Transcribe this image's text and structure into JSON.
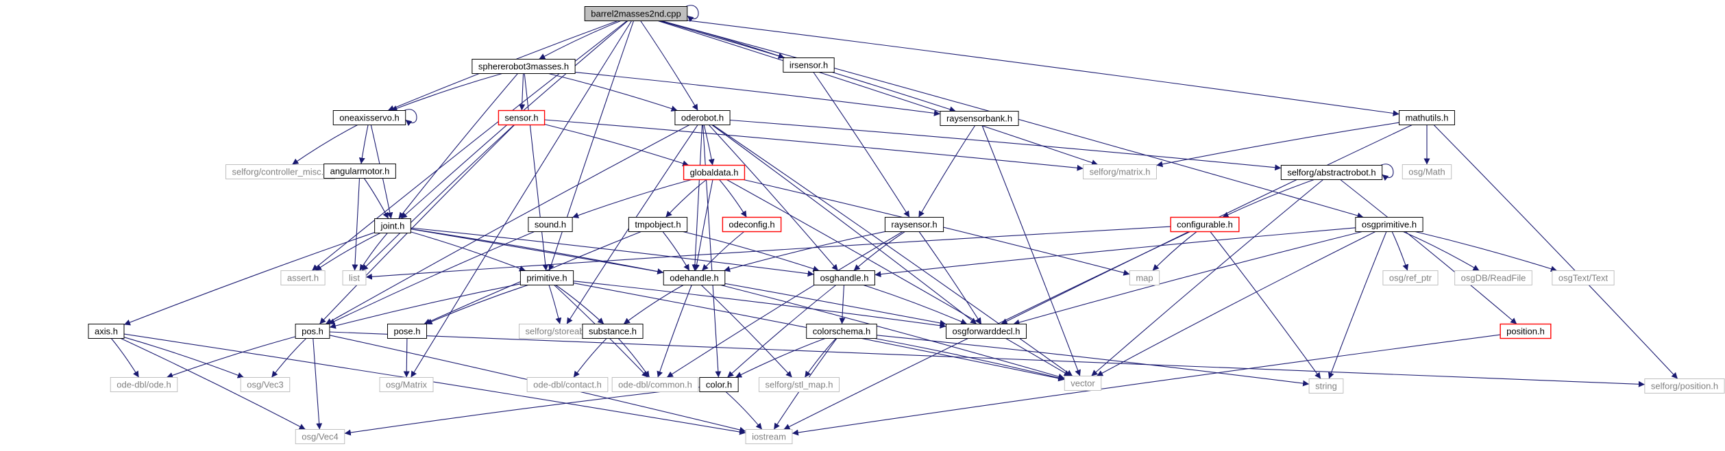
{
  "graph": {
    "colors": {
      "edge": "#191970",
      "node_border": "#000000",
      "node_text": "#000000",
      "root_fill": "#bfbfbf",
      "missing_border": "#bfbfbf",
      "missing_text": "#808080",
      "incomplete_border": "#ff0000",
      "background": "#ffffff"
    },
    "node_kinds": [
      "root",
      "documented",
      "external",
      "incomplete"
    ],
    "nodes": [
      {
        "id": "barrel",
        "label": "barrel2masses2nd.cpp",
        "kind": "root"
      },
      {
        "id": "sphererobot",
        "label": "sphererobot3masses.h",
        "kind": "documented"
      },
      {
        "id": "irsensor",
        "label": "irsensor.h",
        "kind": "documented"
      },
      {
        "id": "mathutils",
        "label": "mathutils.h",
        "kind": "documented"
      },
      {
        "id": "oneaxisservo",
        "label": "oneaxisservo.h",
        "kind": "documented"
      },
      {
        "id": "sensor",
        "label": "sensor.h",
        "kind": "incomplete"
      },
      {
        "id": "oderobot",
        "label": "oderobot.h",
        "kind": "documented"
      },
      {
        "id": "raysensorbank",
        "label": "raysensorbank.h",
        "kind": "documented"
      },
      {
        "id": "controller_misc",
        "label": "selforg/controller_misc.h",
        "kind": "external"
      },
      {
        "id": "angularmotor",
        "label": "angularmotor.h",
        "kind": "documented"
      },
      {
        "id": "globaldata",
        "label": "globaldata.h",
        "kind": "incomplete"
      },
      {
        "id": "matrix",
        "label": "selforg/matrix.h",
        "kind": "external"
      },
      {
        "id": "abstractrobot",
        "label": "selforg/abstractrobot.h",
        "kind": "documented"
      },
      {
        "id": "osgmath",
        "label": "osg/Math",
        "kind": "external"
      },
      {
        "id": "joint",
        "label": "joint.h",
        "kind": "documented"
      },
      {
        "id": "sound",
        "label": "sound.h",
        "kind": "documented"
      },
      {
        "id": "tmpobject",
        "label": "tmpobject.h",
        "kind": "documented"
      },
      {
        "id": "odeconfig",
        "label": "odeconfig.h",
        "kind": "incomplete"
      },
      {
        "id": "raysensor",
        "label": "raysensor.h",
        "kind": "documented"
      },
      {
        "id": "configurable",
        "label": "configurable.h",
        "kind": "incomplete"
      },
      {
        "id": "osgprimitive",
        "label": "osgprimitive.h",
        "kind": "documented"
      },
      {
        "id": "assert",
        "label": "assert.h",
        "kind": "external"
      },
      {
        "id": "list",
        "label": "list",
        "kind": "external"
      },
      {
        "id": "primitive",
        "label": "primitive.h",
        "kind": "documented"
      },
      {
        "id": "odehandle",
        "label": "odehandle.h",
        "kind": "documented"
      },
      {
        "id": "osghandle",
        "label": "osghandle.h",
        "kind": "documented"
      },
      {
        "id": "map",
        "label": "map",
        "kind": "external"
      },
      {
        "id": "ref_ptr",
        "label": "osg/ref_ptr",
        "kind": "external"
      },
      {
        "id": "readfile",
        "label": "osgDB/ReadFile",
        "kind": "external"
      },
      {
        "id": "osgtext",
        "label": "osgText/Text",
        "kind": "external"
      },
      {
        "id": "axis",
        "label": "axis.h",
        "kind": "documented"
      },
      {
        "id": "pos",
        "label": "pos.h",
        "kind": "documented"
      },
      {
        "id": "pose",
        "label": "pose.h",
        "kind": "documented"
      },
      {
        "id": "storeable",
        "label": "selforg/storeable.h",
        "kind": "external"
      },
      {
        "id": "substance",
        "label": "substance.h",
        "kind": "documented"
      },
      {
        "id": "osgforwarddecl",
        "label": "osgforwarddecl.h",
        "kind": "documented"
      },
      {
        "id": "colorschema",
        "label": "colorschema.h",
        "kind": "documented"
      },
      {
        "id": "position",
        "label": "position.h",
        "kind": "incomplete"
      },
      {
        "id": "odedbl_ode",
        "label": "ode-dbl/ode.h",
        "kind": "external"
      },
      {
        "id": "vec3",
        "label": "osg/Vec3",
        "kind": "external"
      },
      {
        "id": "osgmatrix",
        "label": "osg/Matrix",
        "kind": "external"
      },
      {
        "id": "contact",
        "label": "ode-dbl/contact.h",
        "kind": "external"
      },
      {
        "id": "common",
        "label": "ode-dbl/common.h",
        "kind": "external"
      },
      {
        "id": "color",
        "label": "color.h",
        "kind": "documented"
      },
      {
        "id": "stl_map",
        "label": "selforg/stl_map.h",
        "kind": "external"
      },
      {
        "id": "vector",
        "label": "vector",
        "kind": "external"
      },
      {
        "id": "string",
        "label": "string",
        "kind": "external"
      },
      {
        "id": "selforg_position",
        "label": "selforg/position.h",
        "kind": "external"
      },
      {
        "id": "vec4",
        "label": "osg/Vec4",
        "kind": "external"
      },
      {
        "id": "iostream",
        "label": "iostream",
        "kind": "external"
      }
    ],
    "edges": [
      [
        "barrel",
        "barrel"
      ],
      [
        "barrel",
        "sphererobot"
      ],
      [
        "barrel",
        "irsensor"
      ],
      [
        "barrel",
        "mathutils"
      ],
      [
        "barrel",
        "oneaxisservo"
      ],
      [
        "barrel",
        "oderobot"
      ],
      [
        "barrel",
        "raysensorbank"
      ],
      [
        "barrel",
        "matrix"
      ],
      [
        "barrel",
        "joint"
      ],
      [
        "barrel",
        "osgprimitive"
      ],
      [
        "barrel",
        "assert"
      ],
      [
        "barrel",
        "primitive"
      ],
      [
        "barrel",
        "osgmatrix"
      ],
      [
        "sphererobot",
        "oneaxisservo"
      ],
      [
        "sphererobot",
        "sensor"
      ],
      [
        "sphererobot",
        "oderobot"
      ],
      [
        "sphererobot",
        "raysensorbank"
      ],
      [
        "sphererobot",
        "joint"
      ],
      [
        "sphererobot",
        "primitive"
      ],
      [
        "irsensor",
        "raysensor"
      ],
      [
        "mathutils",
        "matrix"
      ],
      [
        "mathutils",
        "osgmath"
      ],
      [
        "mathutils",
        "osgforwarddecl"
      ],
      [
        "mathutils",
        "selforg_position"
      ],
      [
        "oneaxisservo",
        "oneaxisservo"
      ],
      [
        "oneaxisservo",
        "controller_misc"
      ],
      [
        "oneaxisservo",
        "angularmotor"
      ],
      [
        "oneaxisservo",
        "joint"
      ],
      [
        "sensor",
        "globaldata"
      ],
      [
        "sensor",
        "matrix"
      ],
      [
        "sensor",
        "list"
      ],
      [
        "sensor",
        "pos"
      ],
      [
        "oderobot",
        "globaldata"
      ],
      [
        "oderobot",
        "abstractrobot"
      ],
      [
        "oderobot",
        "odehandle"
      ],
      [
        "oderobot",
        "osghandle"
      ],
      [
        "oderobot",
        "osgforwarddecl"
      ],
      [
        "oderobot",
        "vector"
      ],
      [
        "oderobot",
        "storeable"
      ],
      [
        "oderobot",
        "color"
      ],
      [
        "oderobot",
        "pos"
      ],
      [
        "raysensorbank",
        "raysensor"
      ],
      [
        "raysensorbank",
        "vector"
      ],
      [
        "angularmotor",
        "joint"
      ],
      [
        "angularmotor",
        "list"
      ],
      [
        "globaldata",
        "sound"
      ],
      [
        "globaldata",
        "tmpobject"
      ],
      [
        "globaldata",
        "odeconfig"
      ],
      [
        "globaldata",
        "odehandle"
      ],
      [
        "globaldata",
        "map"
      ],
      [
        "globaldata",
        "vector"
      ],
      [
        "abstractrobot",
        "abstractrobot"
      ],
      [
        "abstractrobot",
        "configurable"
      ],
      [
        "abstractrobot",
        "vector"
      ],
      [
        "abstractrobot",
        "position"
      ],
      [
        "joint",
        "assert"
      ],
      [
        "joint",
        "list"
      ],
      [
        "joint",
        "primitive"
      ],
      [
        "joint",
        "odehandle"
      ],
      [
        "joint",
        "osghandle"
      ],
      [
        "joint",
        "axis"
      ],
      [
        "joint",
        "osgforwarddecl"
      ],
      [
        "sound",
        "pos"
      ],
      [
        "tmpobject",
        "odehandle"
      ],
      [
        "tmpobject",
        "osghandle"
      ],
      [
        "tmpobject",
        "pose"
      ],
      [
        "odeconfig",
        "odehandle"
      ],
      [
        "raysensor",
        "odehandle"
      ],
      [
        "raysensor",
        "osghandle"
      ],
      [
        "raysensor",
        "osgforwarddecl"
      ],
      [
        "raysensor",
        "common"
      ],
      [
        "configurable",
        "list"
      ],
      [
        "configurable",
        "map"
      ],
      [
        "configurable",
        "string"
      ],
      [
        "configurable",
        "iostream"
      ],
      [
        "osgprimitive",
        "osghandle"
      ],
      [
        "osgprimitive",
        "ref_ptr"
      ],
      [
        "osgprimitive",
        "readfile"
      ],
      [
        "osgprimitive",
        "osgtext"
      ],
      [
        "osgprimitive",
        "osgforwarddecl"
      ],
      [
        "osgprimitive",
        "vector"
      ],
      [
        "osgprimitive",
        "string"
      ],
      [
        "primitive",
        "pos"
      ],
      [
        "primitive",
        "pose"
      ],
      [
        "primitive",
        "storeable"
      ],
      [
        "primitive",
        "substance"
      ],
      [
        "primitive",
        "osgforwarddecl"
      ],
      [
        "primitive",
        "common"
      ],
      [
        "primitive",
        "vector"
      ],
      [
        "odehandle",
        "substance"
      ],
      [
        "odehandle",
        "common"
      ],
      [
        "odehandle",
        "stl_map"
      ],
      [
        "odehandle",
        "vector"
      ],
      [
        "osghandle",
        "osgforwarddecl"
      ],
      [
        "osghandle",
        "colorschema"
      ],
      [
        "osghandle",
        "color"
      ],
      [
        "axis",
        "odedbl_ode"
      ],
      [
        "axis",
        "vec3"
      ],
      [
        "axis",
        "vec4"
      ],
      [
        "axis",
        "iostream"
      ],
      [
        "pos",
        "odedbl_ode"
      ],
      [
        "pos",
        "vec3"
      ],
      [
        "pos",
        "vec4"
      ],
      [
        "pos",
        "iostream"
      ],
      [
        "pos",
        "selforg_position"
      ],
      [
        "pose",
        "osgmatrix"
      ],
      [
        "substance",
        "contact"
      ],
      [
        "substance",
        "common"
      ],
      [
        "colorschema",
        "color"
      ],
      [
        "colorschema",
        "stl_map"
      ],
      [
        "colorschema",
        "vector"
      ],
      [
        "colorschema",
        "string"
      ],
      [
        "colorschema",
        "iostream"
      ],
      [
        "color",
        "vec4"
      ],
      [
        "color",
        "iostream"
      ],
      [
        "position",
        "iostream"
      ]
    ]
  }
}
